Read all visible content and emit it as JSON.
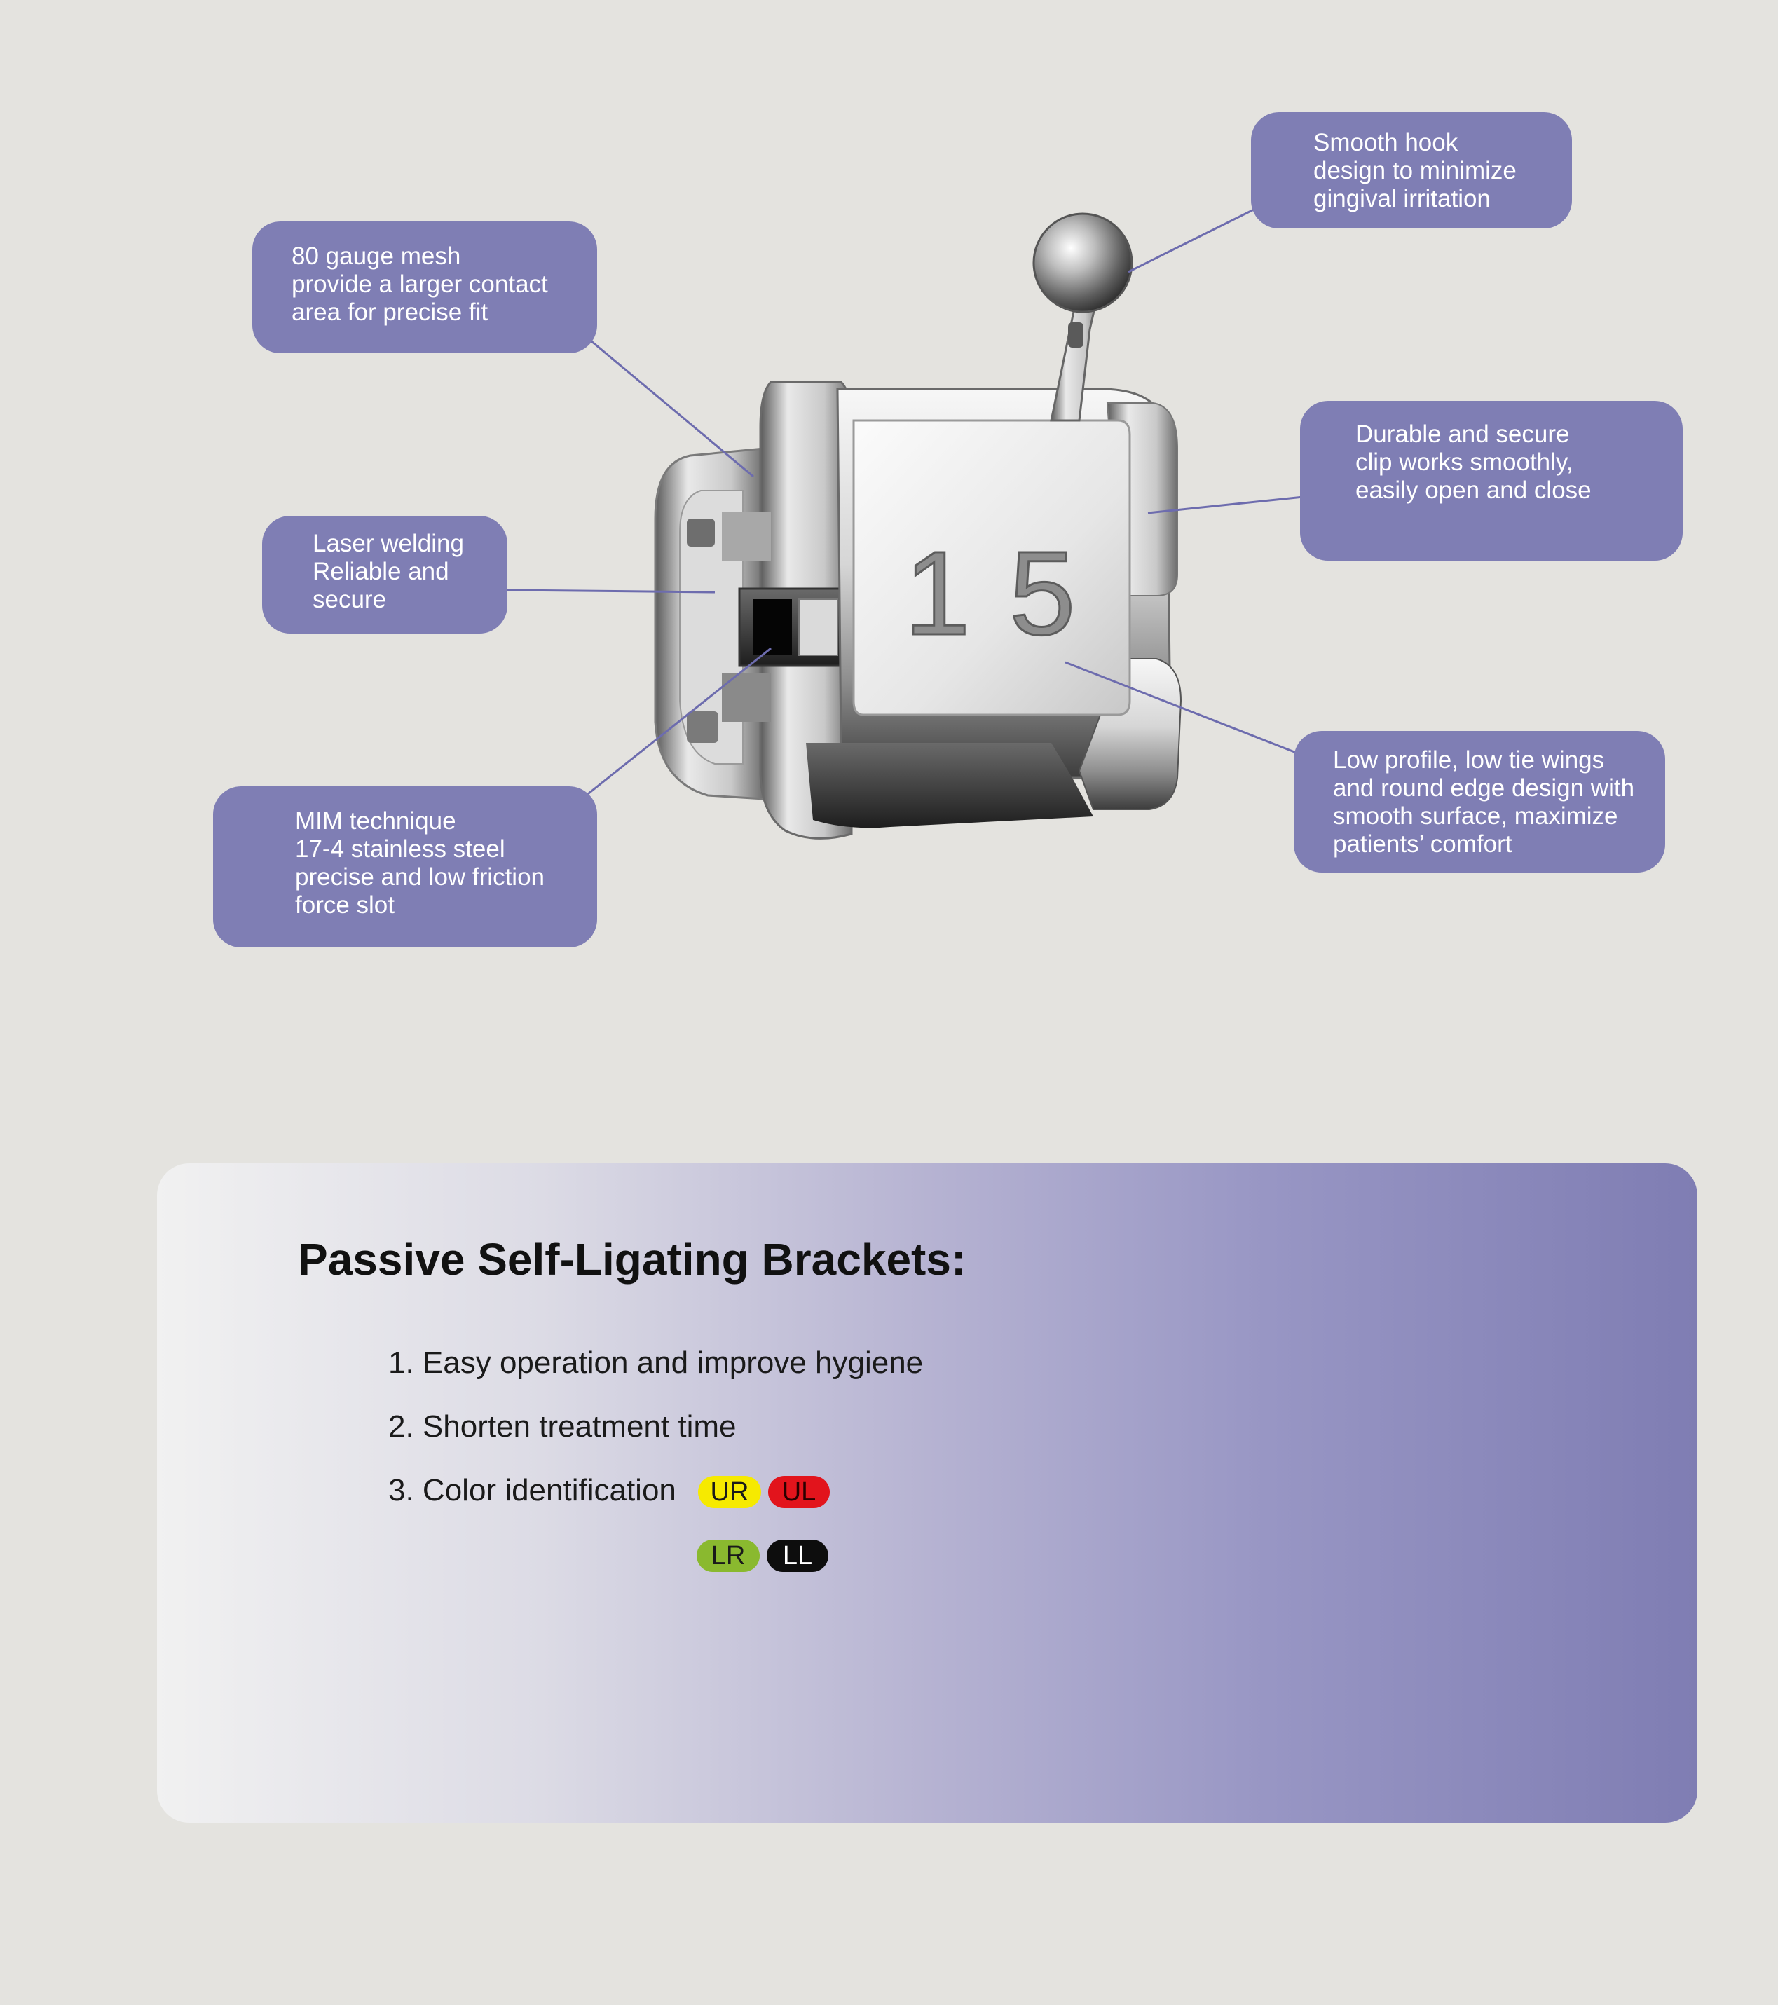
{
  "callouts": {
    "mesh": [
      "80 gauge mesh",
      "provide a larger contact",
      "area for precise fit"
    ],
    "hook": [
      "Smooth hook",
      "design to minimize",
      "gingival irritation"
    ],
    "laser": [
      "Laser welding",
      "Reliable and",
      "secure"
    ],
    "clip": [
      "Durable and secure",
      "clip works smoothly,",
      "easily open and close"
    ],
    "mim": [
      "MIM technique",
      "17-4 stainless steel",
      "precise and low friction",
      "force slot"
    ],
    "low": [
      "Low profile, low tie wings",
      "and round edge design with",
      "smooth surface, maximize",
      "patients’ comfort"
    ]
  },
  "bracket": {
    "number_1": "1",
    "number_2": "5"
  },
  "panel": {
    "title": "Passive Self-Ligating Brackets:",
    "features": [
      "1. Easy operation and improve hygiene",
      "2. Shorten treatment time",
      "3. Color identification"
    ],
    "color_tags": [
      {
        "label": "UR",
        "color": "#f6ea00"
      },
      {
        "label": "UL",
        "color": "#e2141c"
      },
      {
        "label": "LR",
        "color": "#8ab92f"
      },
      {
        "label": "LL",
        "color": "#0d0d0d"
      }
    ]
  },
  "colors": {
    "background": "#e4e3df",
    "callout": "#7f7eb4",
    "connector": "#6d6cae"
  }
}
